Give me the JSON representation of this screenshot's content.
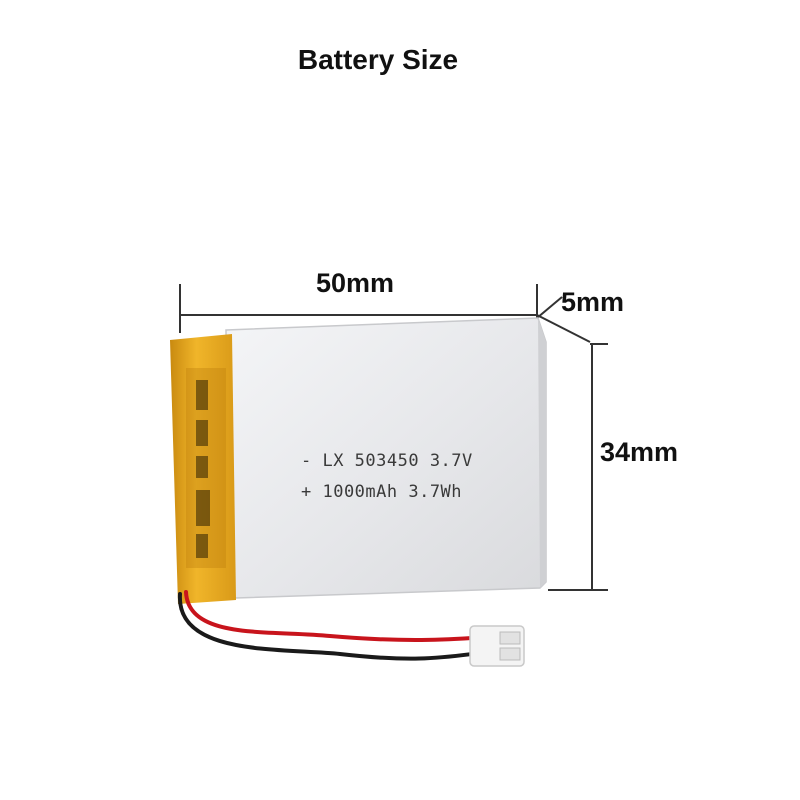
{
  "title": "Battery Size",
  "dimensions": {
    "width": "50mm",
    "depth": "5mm",
    "height": "34mm"
  },
  "cell_label": {
    "line1": "- LX 503450 3.7V",
    "line2": "+ 1000mAh 3.7Wh"
  },
  "colors": {
    "tape": "#e8a91c",
    "cell_body": "#e9eaec",
    "wire_red": "#c8141c",
    "wire_black": "#1a1a1a",
    "connector": "#f4f4f4"
  }
}
